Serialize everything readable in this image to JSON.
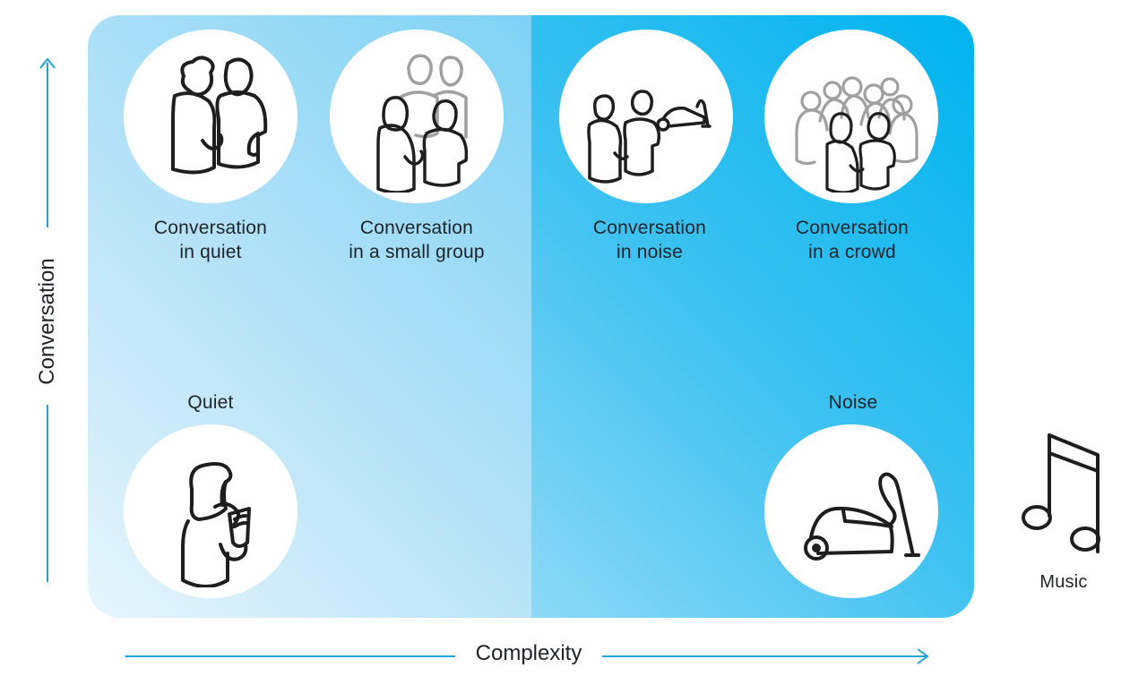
{
  "diagram": {
    "x_axis": {
      "label": "Complexity",
      "direction": "left-to-right"
    },
    "y_axis": {
      "label": "Conversation",
      "direction": "bottom-to-top"
    },
    "colors": {
      "axis_line": "#1ba3dc",
      "left_zone_light": "#e6f5fc",
      "left_zone_dark": "#7ed2f5",
      "right_zone_light": "#8dd9f6",
      "right_zone_dark": "#00b4ef",
      "icon_stroke": "#1e1e1e",
      "icon_background_stroke": "#a0a0a0",
      "bubble": "#ffffff"
    },
    "scenes": [
      {
        "id": "conversation-in-quiet",
        "line1": "Conversation",
        "line2": "in quiet",
        "icon": "two-people-talking-icon"
      },
      {
        "id": "conversation-small-group",
        "line1": "Conversation",
        "line2": "in a small group",
        "icon": "small-group-icon"
      },
      {
        "id": "conversation-in-noise",
        "line1": "Conversation",
        "line2": "in noise",
        "icon": "people-with-vacuum-icon"
      },
      {
        "id": "conversation-in-crowd",
        "line1": "Conversation",
        "line2": "in a crowd",
        "icon": "crowd-icon"
      },
      {
        "id": "quiet",
        "line1": "Quiet",
        "icon": "person-reading-icon"
      },
      {
        "id": "noise",
        "line1": "Noise",
        "icon": "vacuum-cleaner-icon"
      },
      {
        "id": "music",
        "line1": "Music",
        "icon": "music-note-icon"
      }
    ]
  }
}
